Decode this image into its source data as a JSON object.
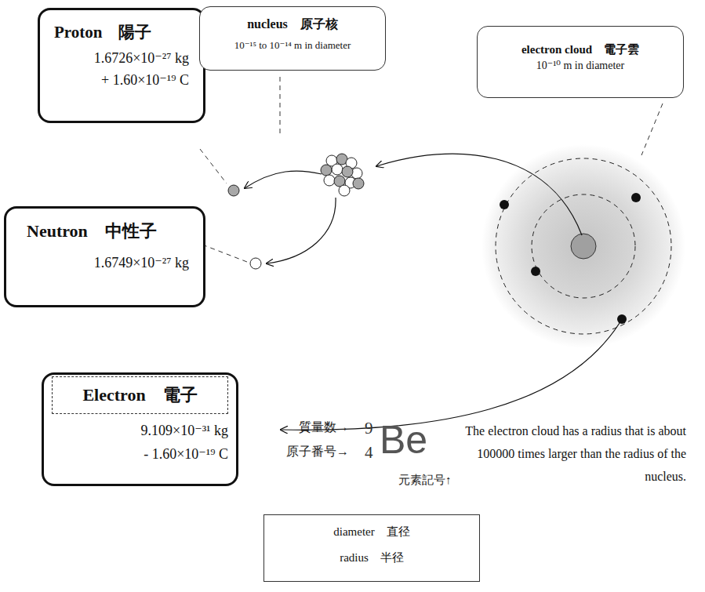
{
  "diagram": {
    "nodes": [
      {
        "text": [
          "Proton　陽子",
          "1.6726×10⁻²⁷ kg",
          "+ 1.60×10⁻¹⁹ C"
        ]
      },
      {
        "text": [
          "nucleus　原子核",
          "10⁻¹⁵ to 10⁻¹⁴ m  in diameter"
        ]
      },
      {
        "text": [
          "electron cloud　電子雲",
          "10⁻¹⁰ m  in diameter"
        ]
      },
      {
        "text": [
          "Neutron　中性子",
          "1.6749×10⁻²⁷ kg"
        ]
      },
      {
        "text": [
          "Electron　電子",
          "9.109×10⁻³¹ kg",
          "- 1.60×10⁻¹⁹ C"
        ]
      },
      {
        "text": [
          "diameter　直径",
          "radius　半径"
        ]
      }
    ],
    "labels": [
      "質量数→",
      "9",
      "原子番号→",
      "4",
      "Be",
      "元素記号↑",
      "The electron cloud has a radius that is about 100000 times larger than the radius of the nucleus."
    ]
  }
}
